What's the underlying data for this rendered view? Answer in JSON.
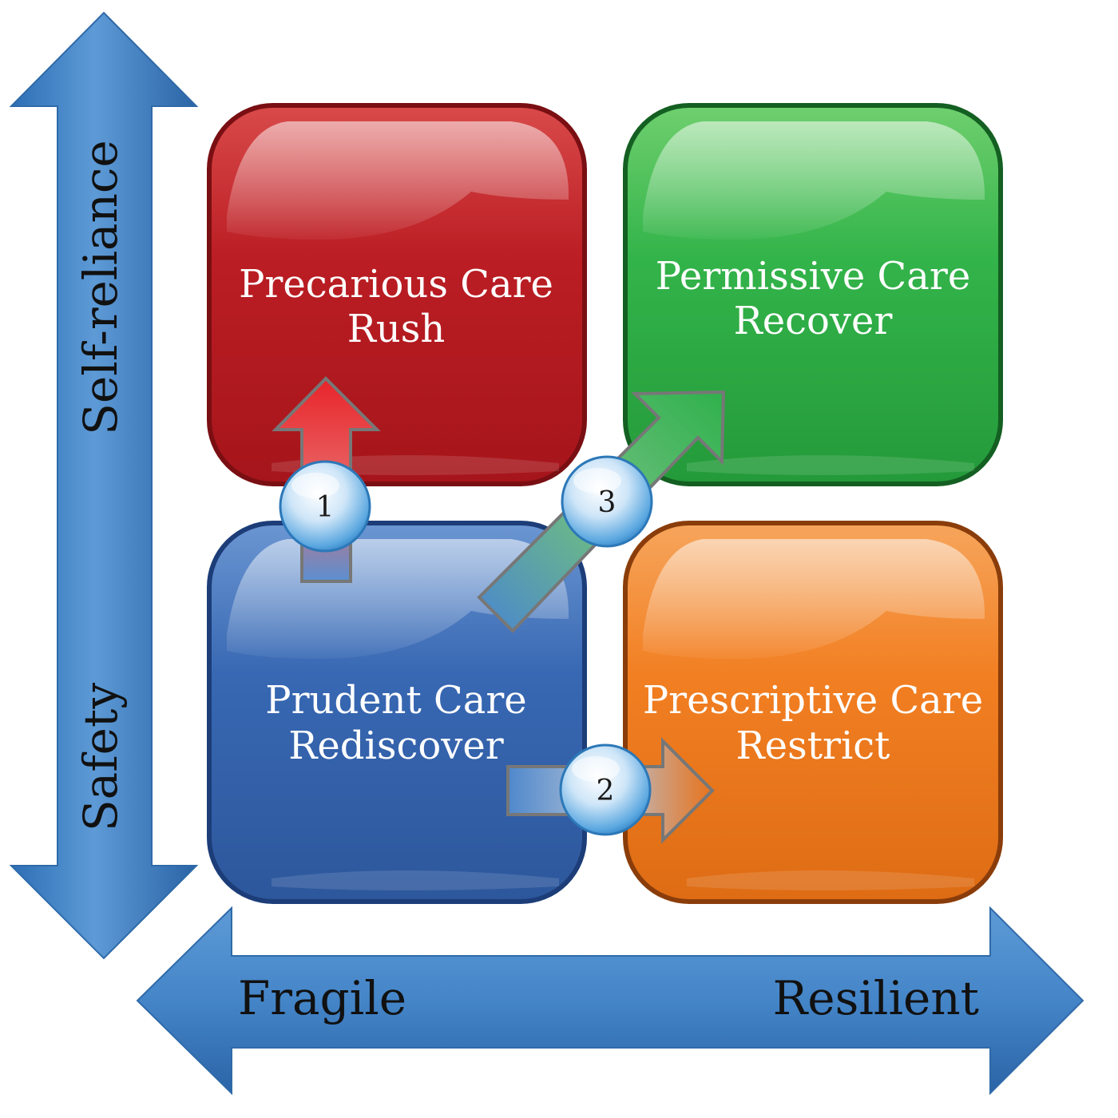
{
  "axes": {
    "vertical": {
      "top_label": "Self-reliance",
      "bottom_label": "Safety",
      "color": "#3b7dc4"
    },
    "horizontal": {
      "left_label": "Fragile",
      "right_label": "Resilient",
      "color": "#3b7dc4"
    }
  },
  "quadrants": {
    "top_left": {
      "line1": "Precarious Care",
      "line2": "Rush",
      "color": "#b91c22"
    },
    "top_right": {
      "line1": "Permissive Care",
      "line2": "Recover",
      "color": "#2fb24a"
    },
    "bottom_left": {
      "line1": "Prudent Care",
      "line2": "Rediscover",
      "color": "#3564b0"
    },
    "bottom_right": {
      "line1": "Prescriptive Care",
      "line2": "Restrict",
      "color": "#f07d20"
    }
  },
  "transitions": [
    {
      "number": "1"
    },
    {
      "number": "2"
    },
    {
      "number": "3"
    }
  ]
}
